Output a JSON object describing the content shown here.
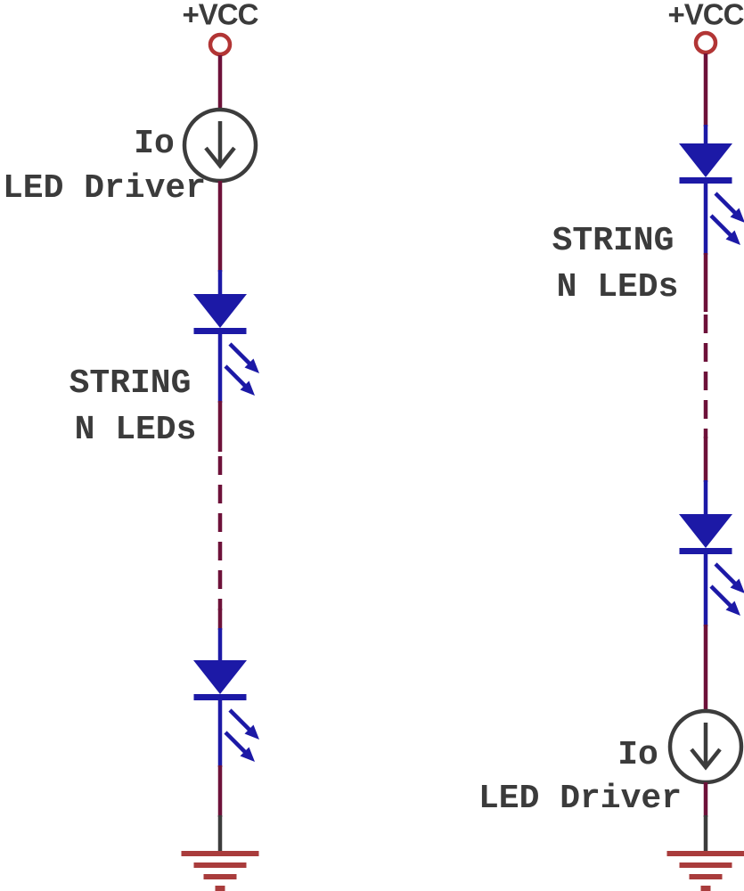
{
  "colors": {
    "wire": "#6d1139",
    "led_blue": "#1c19a6",
    "symbol_dark": "#3c3c3c",
    "ground_red": "#a93c3c",
    "terminal_red": "#b23535",
    "text": "#3b3b3b",
    "background": "#ffffff"
  },
  "left_circuit": {
    "power_label": "+VCC",
    "driver_current_label": "Io",
    "driver_label": "LED Driver",
    "string_label_line1": "STRING",
    "string_label_line2": "N LEDs"
  },
  "right_circuit": {
    "power_label": "+VCC",
    "driver_current_label": "Io",
    "driver_label": "LED Driver",
    "string_label_line1": "STRING",
    "string_label_line2": "N LEDs"
  }
}
